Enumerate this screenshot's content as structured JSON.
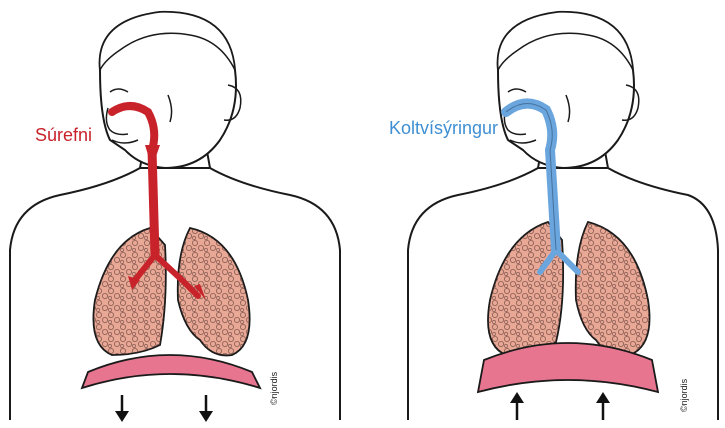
{
  "panels": [
    {
      "id": "inhale",
      "label": "Súrefni",
      "label_color": "#c8232b",
      "airway_color": "#c8232b",
      "arrow_direction": "down",
      "credit": "©njordis"
    },
    {
      "id": "exhale",
      "label": "Koltvísýringur",
      "label_color": "#3f8fd2",
      "airway_color": "#6aa6dd",
      "arrow_direction": "up",
      "credit": "©njordis"
    }
  ],
  "colors": {
    "lung_fill": "#e9a896",
    "diaphragm_fill": "#e8758f",
    "outline": "#1a1a1a"
  }
}
